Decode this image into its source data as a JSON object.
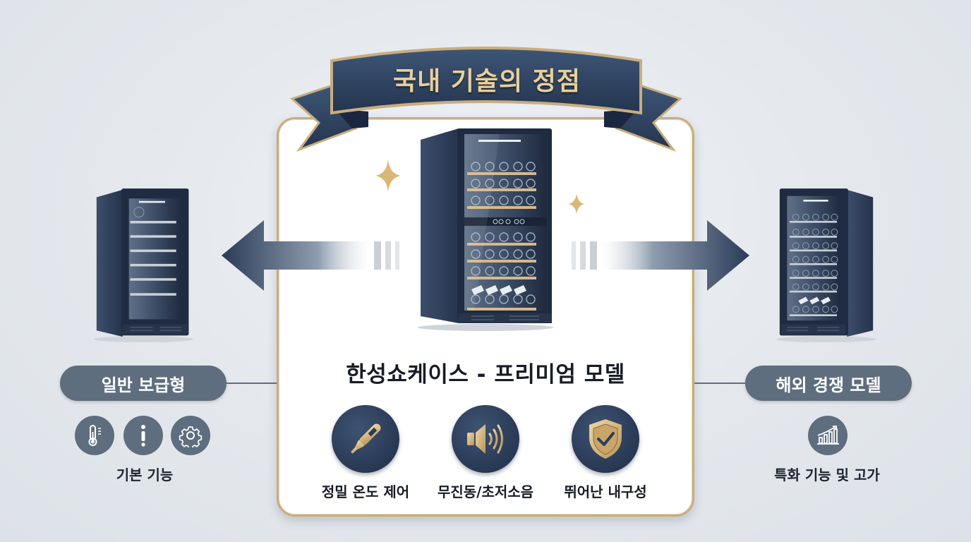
{
  "banner": {
    "title": "국내 기술의 정점",
    "colors": {
      "ribbon": "#2e4260",
      "border": "#c8ad7f",
      "text": "#e9d09a"
    }
  },
  "center": {
    "product_title": "한성쇼케이스 - 프리미엄 모델",
    "features": [
      {
        "icon": "thermometer-icon",
        "label": "정밀 온도 제어"
      },
      {
        "icon": "speaker-icon",
        "label": "무진동/초저소음"
      },
      {
        "icon": "shield-check-icon",
        "label": "뛰어난 내구성"
      }
    ]
  },
  "left": {
    "category": "일반 보급형",
    "icons": [
      "thermometer-icon",
      "info-icon",
      "gear-icon"
    ],
    "caption": "기본 기능"
  },
  "right": {
    "category": "해외 경쟁 모델",
    "icons": [
      "growth-chart-icon"
    ],
    "caption": "특화 기능 및 고가"
  },
  "colors": {
    "background": "#e3e7ec",
    "navy": "#2b3c58",
    "pill": "#5f6e7e",
    "gold": "#c8ad7f"
  }
}
